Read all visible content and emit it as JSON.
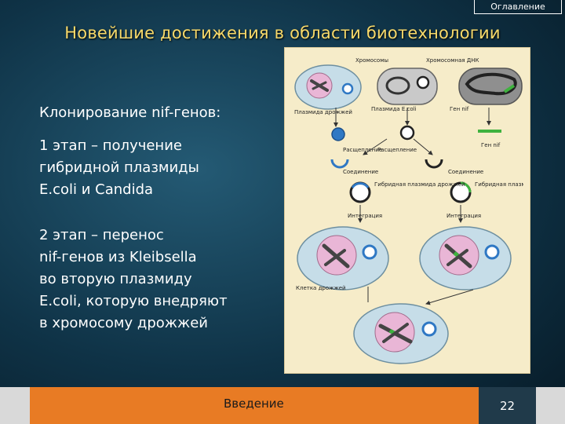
{
  "header": {
    "toc_label": "Оглавление"
  },
  "slide": {
    "title": "Новейшие достижения в области биотехнологии",
    "text_1": "Клонирование  nif-генов:",
    "text_2_lines": [
      "1 этап – получение",
      "гибридной плазмиды",
      "E.coli и Candida"
    ],
    "text_3_lines": [
      "2 этап – перенос",
      "nif-генов из Kleibsella",
      "во вторую плазмиду",
      "E.coli, которую внедряют",
      "в хромосому дрожжей"
    ]
  },
  "figure": {
    "labels": {
      "chromosomes": "Хромосомы",
      "chromosomal_dna": "Хромосомная ДНК",
      "yeast_plasmid": "Плазмида дрожжей",
      "ecoli_plasmid": "Плазмида E.coli",
      "cleavage_1": "Расщепление",
      "cleavage_2": "Расщепление",
      "joining_1": "Соединение",
      "joining_2": "Соединение",
      "hybrid_yeast": "Гибридная плазмида дрожжей",
      "hybrid_ecoli": "Гибридная плазмида E.coli",
      "gene_nif_1": "Ген nif",
      "gene_nif_2": "Ген nif",
      "integration_1": "Интеграция",
      "integration_2": "Интеграция",
      "yeast_cell": "Клетка дрожжей"
    }
  },
  "footer": {
    "nav_label": "Введение",
    "page_number": "22"
  },
  "colors": {
    "title": "#f7d96a",
    "footer_bar": "#e87b24",
    "page_box": "#203a4a",
    "figure_bg": "#f6ecc9",
    "cell": "#c6dde8",
    "nucleus": "#e9b6d6",
    "plasmid_blue": "#2f78c4",
    "nif_green": "#3fb23f"
  }
}
